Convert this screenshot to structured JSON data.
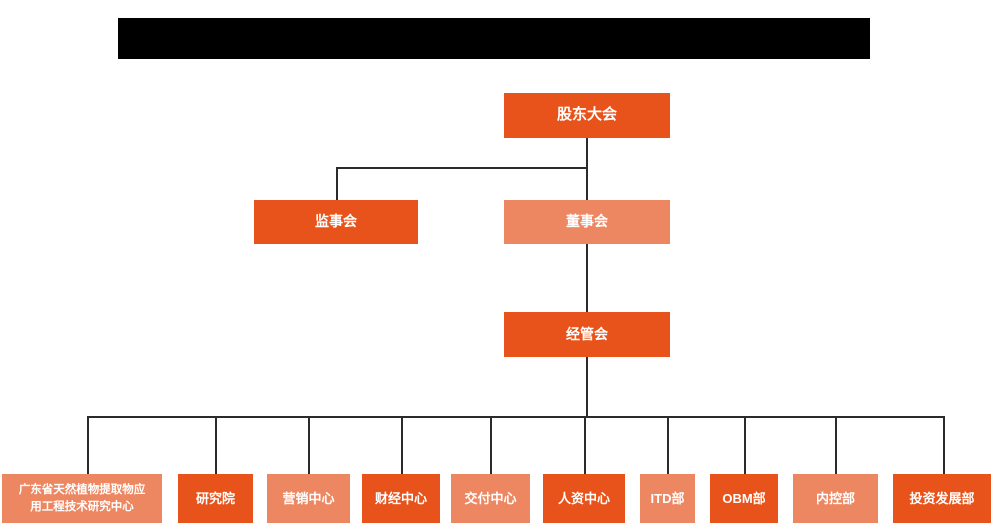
{
  "chart_data": {
    "type": "diagram",
    "title": "",
    "subtype": "organization-chart",
    "orientation": "top-down",
    "palette": {
      "background": "#ffffff",
      "accent_dark": "#E8531B",
      "accent_light": "#ED8762",
      "connector": "#2b2b2b",
      "redaction": "#000000",
      "node_text": "#ffffff"
    },
    "nodes": [
      {
        "id": "shareholders",
        "label": "股东大会",
        "level": 1,
        "tone": "dark"
      },
      {
        "id": "supervisors",
        "label": "监事会",
        "level": 2,
        "tone": "dark"
      },
      {
        "id": "directors",
        "label": "董事会",
        "level": 2,
        "tone": "light"
      },
      {
        "id": "management",
        "label": "经管会",
        "level": 3,
        "tone": "dark"
      },
      {
        "id": "dept-1",
        "label": "广东省天然植物提取物应\n用工程技术研究中心",
        "level": 4,
        "tone": "light"
      },
      {
        "id": "dept-2",
        "label": "研究院",
        "level": 4,
        "tone": "dark"
      },
      {
        "id": "dept-3",
        "label": "营销中心",
        "level": 4,
        "tone": "light"
      },
      {
        "id": "dept-4",
        "label": "财经中心",
        "level": 4,
        "tone": "dark"
      },
      {
        "id": "dept-5",
        "label": "交付中心",
        "level": 4,
        "tone": "light"
      },
      {
        "id": "dept-6",
        "label": "人资中心",
        "level": 4,
        "tone": "dark"
      },
      {
        "id": "dept-7",
        "label": "ITD部",
        "level": 4,
        "tone": "light"
      },
      {
        "id": "dept-8",
        "label": "OBM部",
        "level": 4,
        "tone": "dark"
      },
      {
        "id": "dept-9",
        "label": "内控部",
        "level": 4,
        "tone": "light"
      },
      {
        "id": "dept-10",
        "label": "投资发展部",
        "level": 4,
        "tone": "dark"
      }
    ],
    "edges": [
      {
        "from": "shareholders",
        "to": "supervisors"
      },
      {
        "from": "shareholders",
        "to": "directors"
      },
      {
        "from": "directors",
        "to": "management"
      },
      {
        "from": "management",
        "to": "dept-1"
      },
      {
        "from": "management",
        "to": "dept-2"
      },
      {
        "from": "management",
        "to": "dept-3"
      },
      {
        "from": "management",
        "to": "dept-4"
      },
      {
        "from": "management",
        "to": "dept-5"
      },
      {
        "from": "management",
        "to": "dept-6"
      },
      {
        "from": "management",
        "to": "dept-7"
      },
      {
        "from": "management",
        "to": "dept-8"
      },
      {
        "from": "management",
        "to": "dept-9"
      },
      {
        "from": "management",
        "to": "dept-10"
      }
    ]
  },
  "header": {
    "redacted_banner_label": ""
  },
  "nodes": {
    "shareholders": "股东大会",
    "supervisors": "监事会",
    "directors": "董事会",
    "management": "经管会",
    "dept1": "广东省天然植物提取物应\n用工程技术研究中心",
    "dept2": "研究院",
    "dept3": "营销中心",
    "dept4": "财经中心",
    "dept5": "交付中心",
    "dept6": "人资中心",
    "dept7": "ITD部",
    "dept8": "OBM部",
    "dept9": "内控部",
    "dept10": "投资发展部"
  }
}
